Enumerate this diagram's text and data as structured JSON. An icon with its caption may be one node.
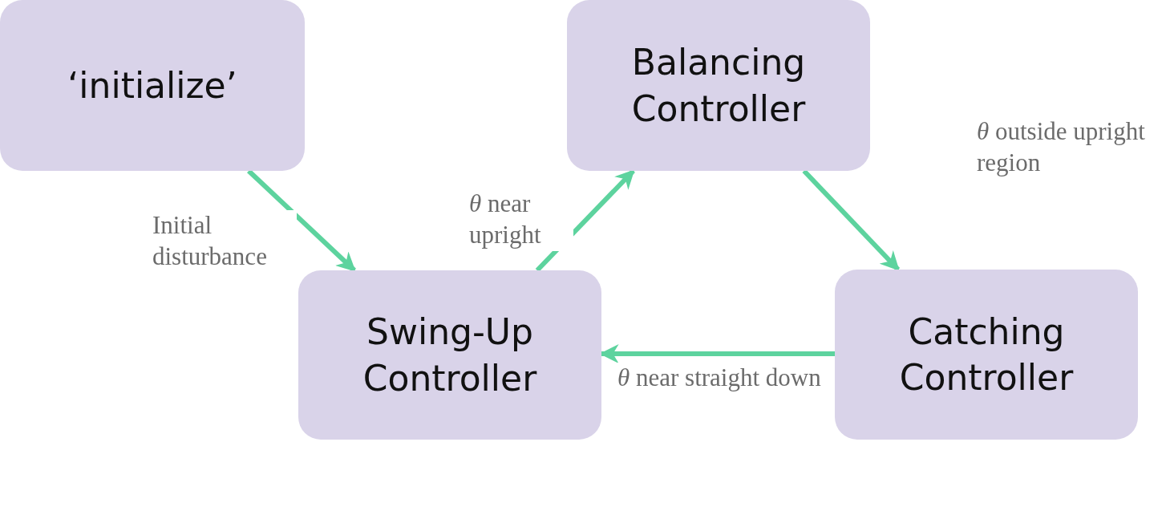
{
  "diagram": {
    "nodes": [
      {
        "text": [
          "‘initialize’"
        ]
      },
      {
        "text": [
          "Balancing Controller"
        ]
      },
      {
        "text": [
          "Swing-Up Controller"
        ]
      },
      {
        "text": [
          "Catching Controller"
        ]
      }
    ],
    "edges": [
      {
        "from": 0,
        "to": 2,
        "arrow": "to",
        "label": "Initial disturbance"
      },
      {
        "from": 2,
        "to": 1,
        "arrow": "to",
        "label": "*θ* near upright"
      },
      {
        "from": 1,
        "to": 3,
        "arrow": "to",
        "label": "*θ* outside upright region"
      },
      {
        "from": 3,
        "to": 2,
        "arrow": "to",
        "label": "*θ* near straight down"
      }
    ]
  }
}
